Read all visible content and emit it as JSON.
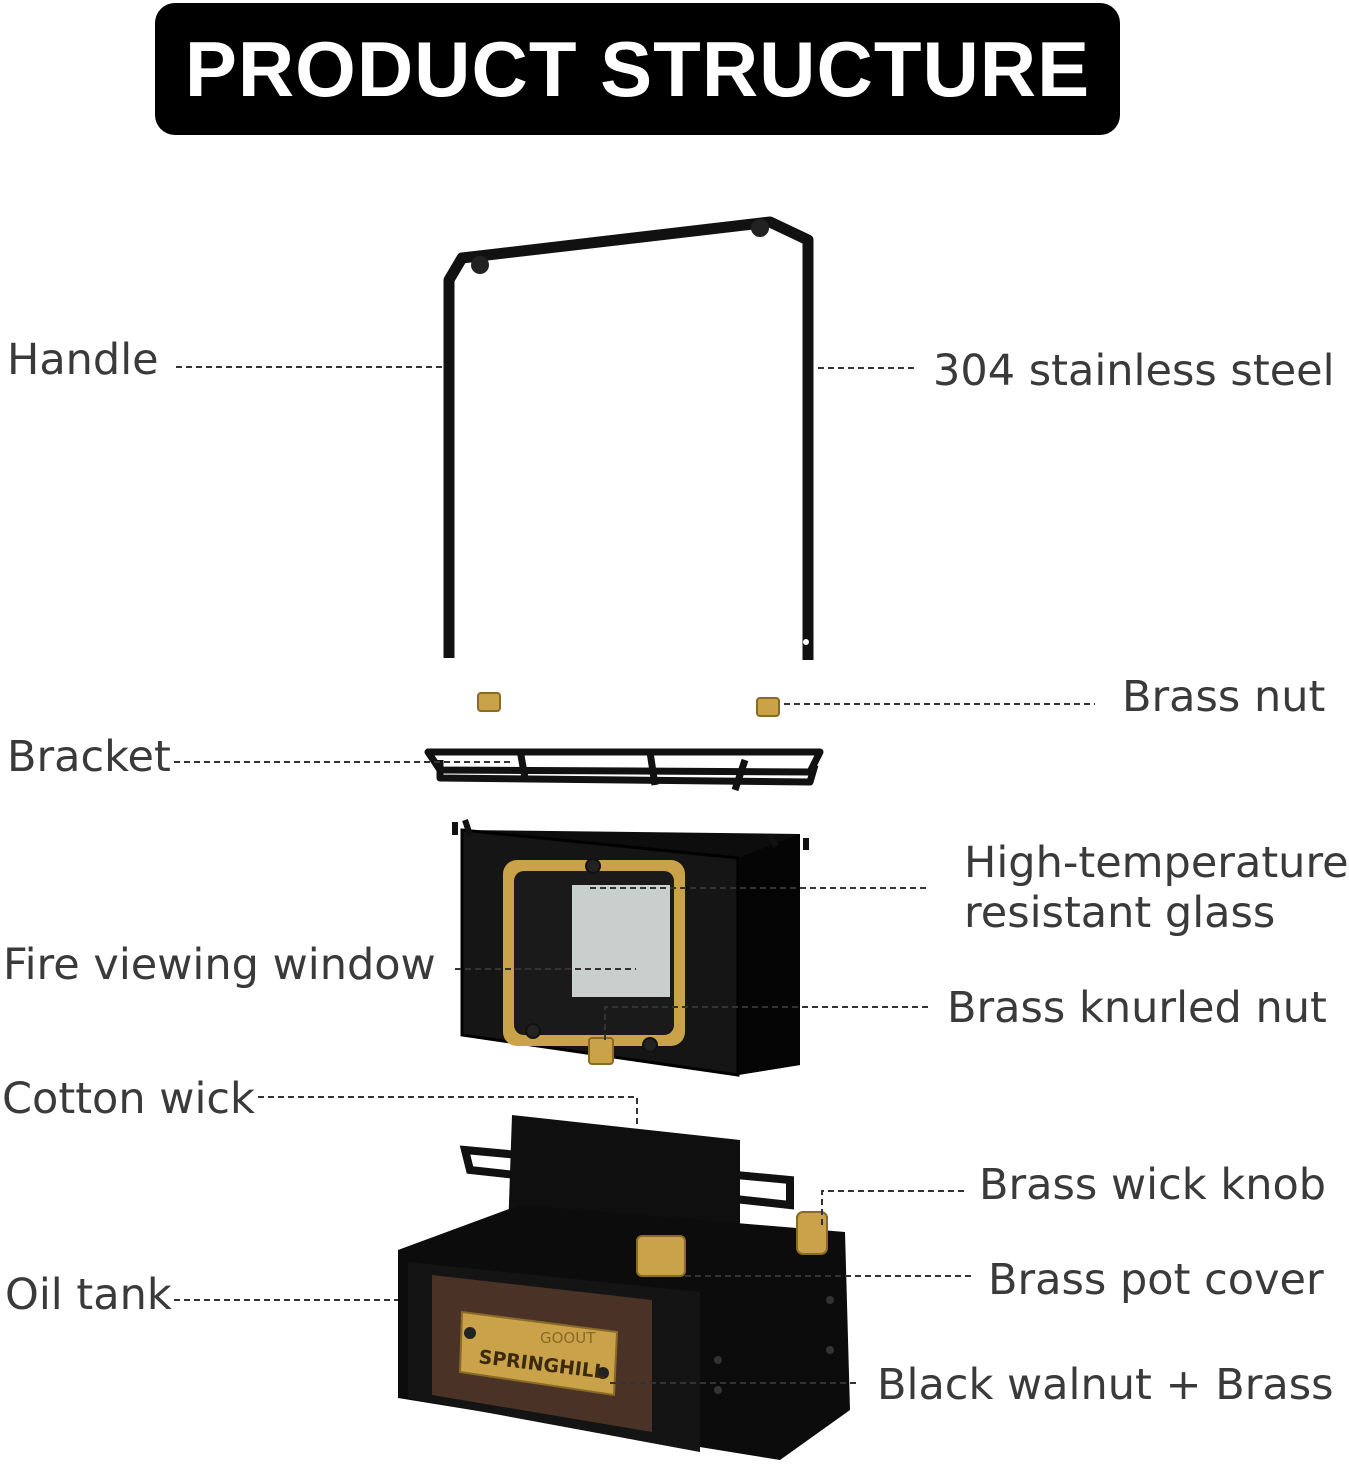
{
  "title": "PRODUCT STRUCTURE",
  "labels": {
    "handle": "Handle",
    "steel": "304 stainless steel",
    "brass_nut": "Brass nut",
    "bracket": "Bracket",
    "glass_line1": "High-temperature",
    "glass_line2": "resistant glass",
    "fire_window": "Fire viewing window",
    "knurled_nut": "Brass knurled nut",
    "cotton_wick": "Cotton wick",
    "wick_knob": "Brass wick knob",
    "oil_tank": "Oil tank",
    "pot_cover": "Brass pot cover",
    "walnut": "Black walnut + Brass"
  },
  "logo": {
    "brand_small": "GOOUT",
    "brand_large": "SPRINGHILL"
  },
  "colors": {
    "brass": "#c9a24a",
    "frame": "#111111",
    "walnut": "#4a3226",
    "glass": "#c9cfcc"
  }
}
